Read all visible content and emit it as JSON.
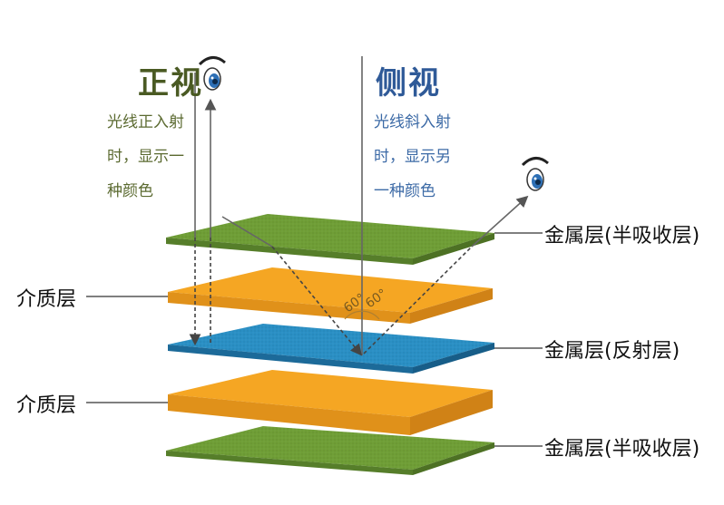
{
  "colors": {
    "front_title": "#4a5a23",
    "front_desc": "#5b6a30",
    "side_title": "#2f5a98",
    "side_desc": "#3c6aa6",
    "metal_green": "#6f9e36",
    "dielectric_orange": "#f5a623",
    "reflect_blue": "#2a8fc4"
  },
  "front_view": {
    "title": "正视",
    "desc_lines": [
      "光线正入射",
      "时，显示一",
      "种颜色"
    ],
    "eye_icon": "eye-icon"
  },
  "side_view": {
    "title": "侧视",
    "desc_lines": [
      "光线斜入射",
      "时，显示另",
      "一种颜色"
    ],
    "eye_icon": "eye-icon"
  },
  "angles": {
    "left": "60°",
    "right": "60°"
  },
  "layers": [
    {
      "label": "金属层(半吸收层)",
      "side": "right",
      "color": "green"
    },
    {
      "label": "介质层",
      "side": "left",
      "color": "orange"
    },
    {
      "label": "金属层(反射层)",
      "side": "right",
      "color": "blue"
    },
    {
      "label": "介质层",
      "side": "left",
      "color": "orange"
    },
    {
      "label": "金属层(半吸收层)",
      "side": "right",
      "color": "green"
    }
  ]
}
